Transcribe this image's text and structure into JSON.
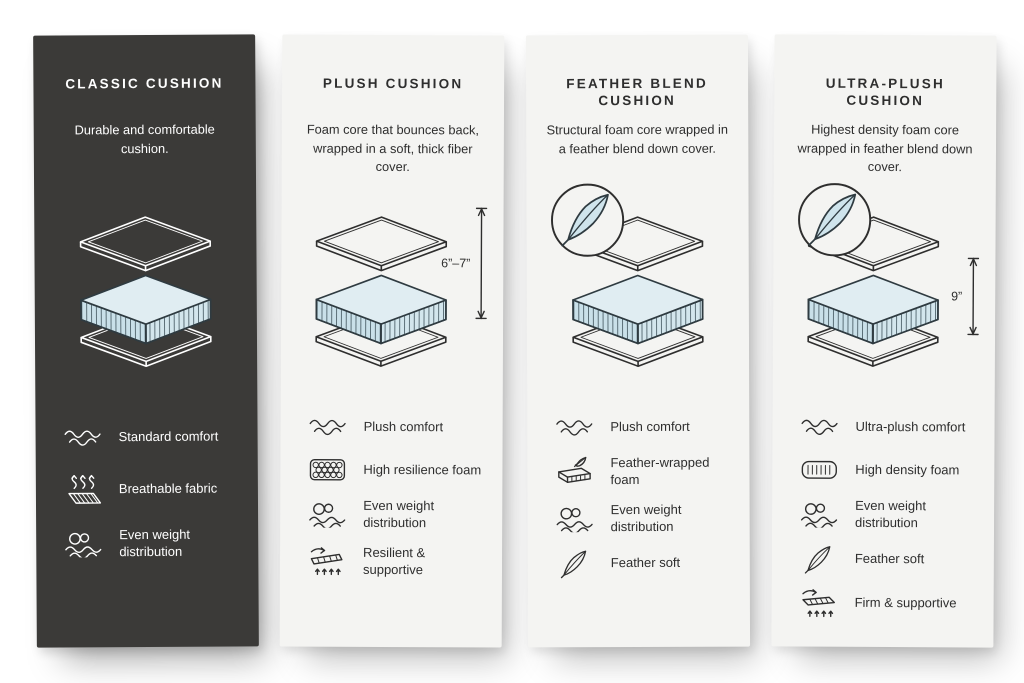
{
  "colors": {
    "page_background": "#ffffff",
    "dark_card": "#3b3a38",
    "light_card": "#f4f4f2",
    "foam_top": "#e0edf2",
    "foam_left": "#c9e0e9",
    "foam_right": "#d3e6ed",
    "outline_dark": "#2e2e2e",
    "outline_light": "#ffffff"
  },
  "cards": [
    {
      "id": "classic-cushion",
      "title": "CLASSIC CUSHION",
      "description": "Durable and comfortable cushion.",
      "features": [
        {
          "icon": "waves-icon",
          "label": "Standard comfort"
        },
        {
          "icon": "breathable-fabric-icon",
          "label": "Breathable fabric"
        },
        {
          "icon": "even-weight-icon",
          "label": "Even weight distribution"
        }
      ]
    },
    {
      "id": "plush-cushion",
      "title": "PLUSH CUSHION",
      "description": "Foam core that bounces back, wrapped in a soft, thick fiber cover.",
      "dimension": "6”–7”",
      "features": [
        {
          "icon": "waves-icon",
          "label": "Plush comfort"
        },
        {
          "icon": "resilience-foam-icon",
          "label": "High resilience foam"
        },
        {
          "icon": "even-weight-icon",
          "label": "Even weight distribution"
        },
        {
          "icon": "resilient-supportive-icon",
          "label": "Resilient & supportive"
        }
      ]
    },
    {
      "id": "feather-blend-cushion",
      "title": "FEATHER BLEND CUSHION",
      "description": "Structural foam core wrapped in a feather blend down cover.",
      "badge": "feather",
      "features": [
        {
          "icon": "waves-icon",
          "label": "Plush comfort"
        },
        {
          "icon": "feather-wrapped-foam-icon",
          "label": "Feather-wrapped foam"
        },
        {
          "icon": "even-weight-icon",
          "label": "Even weight distribution"
        },
        {
          "icon": "feather-icon",
          "label": "Feather soft"
        }
      ]
    },
    {
      "id": "ultra-plush-cushion",
      "title": "ULTRA-PLUSH CUSHION",
      "description": "Highest density foam core wrapped in feather blend down cover.",
      "badge": "feather",
      "dimension": "9”",
      "features": [
        {
          "icon": "waves-icon",
          "label": "Ultra-plush comfort"
        },
        {
          "icon": "high-density-foam-icon",
          "label": "High density foam"
        },
        {
          "icon": "even-weight-icon",
          "label": "Even weight distribution"
        },
        {
          "icon": "feather-icon",
          "label": "Feather soft"
        },
        {
          "icon": "firm-supportive-icon",
          "label": "Firm & supportive"
        }
      ]
    }
  ]
}
